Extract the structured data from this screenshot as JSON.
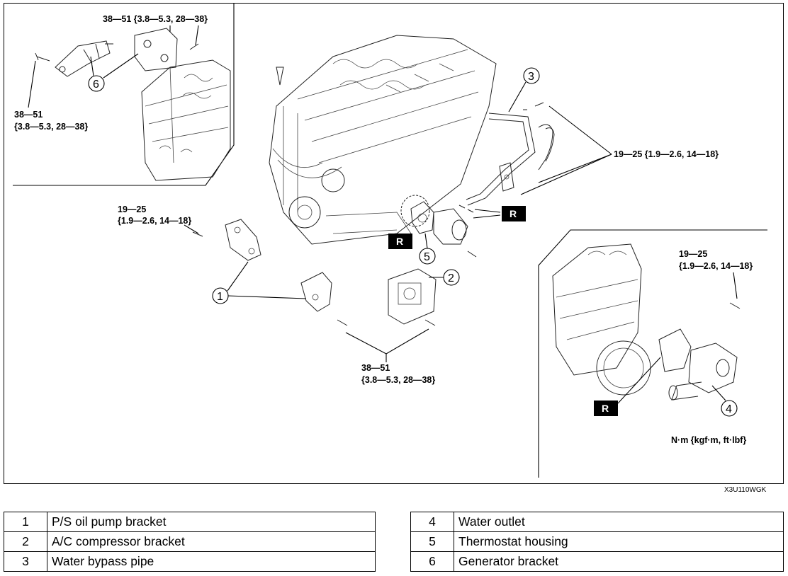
{
  "torques": {
    "gen_top": "38—51 {3.8—5.3, 28—38}",
    "gen_left_1": "38—51",
    "gen_left_2": "{3.8—5.3, 28—38}",
    "ps_1": "19—25",
    "ps_2": "{1.9—2.6, 14—18}",
    "pipe": "19—25 {1.9—2.6, 14—18}",
    "brk_1": "38—51",
    "brk_2": "{3.8—5.3, 28—38}",
    "wo_1": "19—25",
    "wo_2": "{1.9—2.6, 14—18}"
  },
  "callouts": {
    "c1": "1",
    "c2": "2",
    "c3": "3",
    "c4": "4",
    "c5": "5",
    "c6": "6"
  },
  "replace_mark": "R",
  "units_note": "N·m {kgf·m, ft·lbf}",
  "figure_code": "X3U110WGK",
  "legend_left": [
    {
      "num": "1",
      "name": "P/S oil pump bracket"
    },
    {
      "num": "2",
      "name": "A/C compressor bracket"
    },
    {
      "num": "3",
      "name": "Water bypass pipe"
    }
  ],
  "legend_right": [
    {
      "num": "4",
      "name": "Water outlet"
    },
    {
      "num": "5",
      "name": "Thermostat housing"
    },
    {
      "num": "6",
      "name": "Generator bracket"
    }
  ]
}
